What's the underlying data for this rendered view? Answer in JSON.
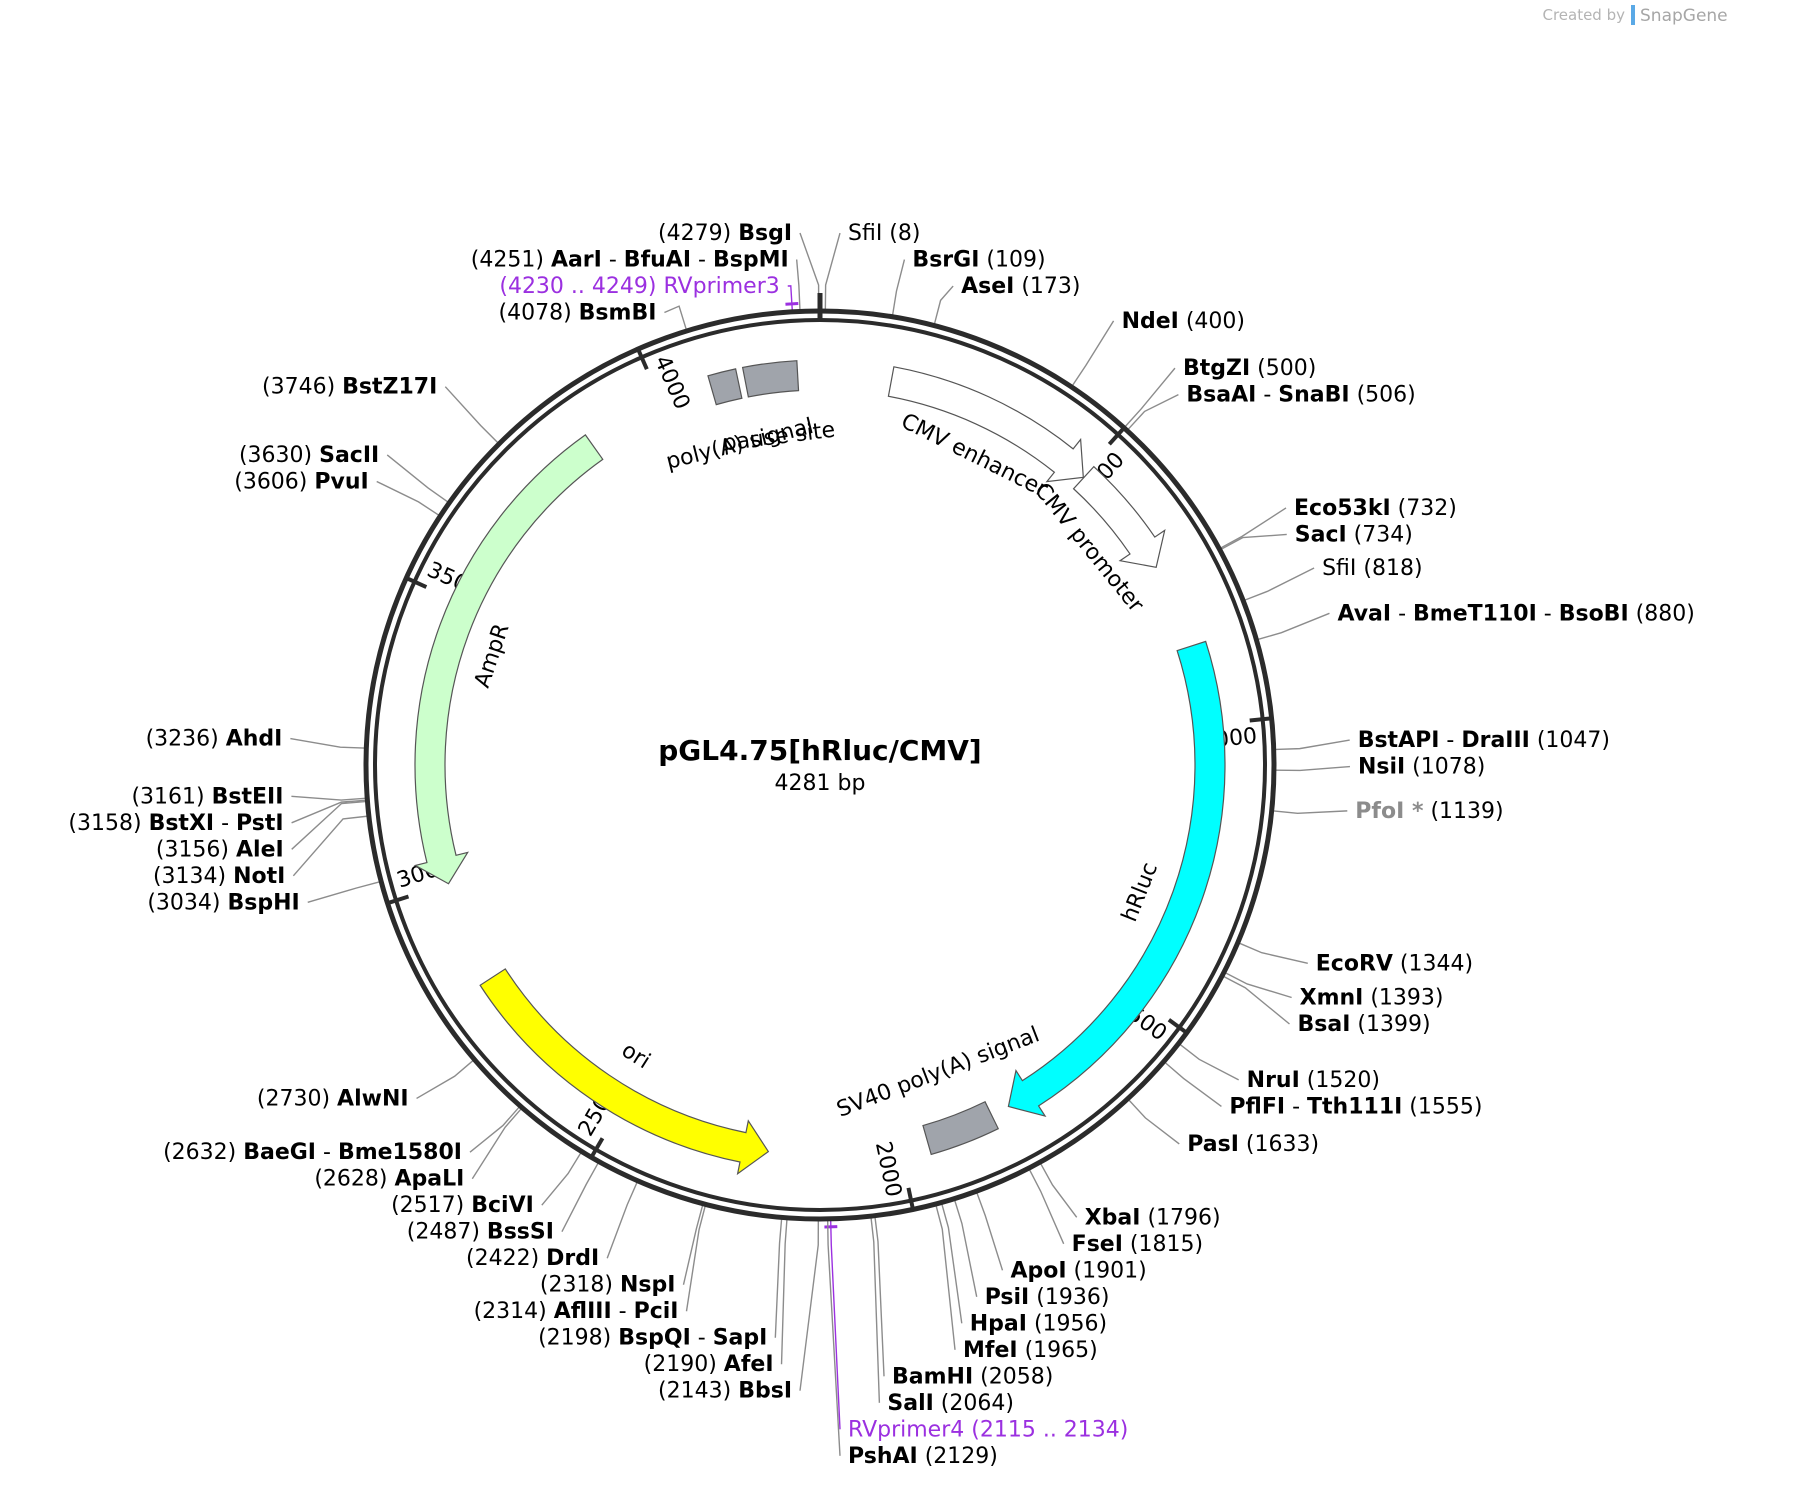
{
  "plasmid": {
    "name": "pGL4.75[hRluc/CMV]",
    "length_label": "4281 bp",
    "length": 4281
  },
  "branding": {
    "prefix": "Created by",
    "name": "SnapGene"
  },
  "ring_ticks": [
    "500",
    "1000",
    "1500",
    "2000",
    "2500",
    "3000",
    "3500",
    "4000"
  ],
  "features": [
    {
      "id": "cmv-enhancer",
      "label": "CMV enhancer",
      "kind": "arrow",
      "color": "#ffffff",
      "start": 125,
      "end": 505
    },
    {
      "id": "cmv-promoter",
      "label": "CMV promoter",
      "kind": "arrow",
      "color": "#ffffff",
      "start": 506,
      "end": 708
    },
    {
      "id": "hrluc",
      "label": "hRluc",
      "kind": "arrow",
      "color": "#00ffff",
      "start": 859,
      "end": 1797
    },
    {
      "id": "sv40-polya",
      "label": "SV40 poly(A) signal",
      "kind": "box",
      "color": "#a0a4ab",
      "start": 1830,
      "end": 1951
    },
    {
      "id": "ori",
      "label": "ori",
      "kind": "arrow-ccw",
      "color": "#ffff00",
      "start": 2231,
      "end": 2819
    },
    {
      "id": "ampr",
      "label": "AmpR",
      "kind": "arrow-ccw",
      "color": "#ccffcc",
      "start": 3000,
      "end": 3860
    },
    {
      "id": "polya-signal",
      "label": "poly(A) signal",
      "kind": "box",
      "color": "#a0a4ab",
      "start": 4090,
      "end": 4138
    },
    {
      "id": "pause-site",
      "label": "pause site",
      "kind": "box",
      "color": "#a0a4ab",
      "start": 4150,
      "end": 4242
    }
  ],
  "sites": [
    {
      "enzymes": [
        "SfiI"
      ],
      "pos": "(8)",
      "bp": 8,
      "side": "right",
      "weight": "normal"
    },
    {
      "enzymes": [
        "BsrGI"
      ],
      "pos": "(109)",
      "bp": 109,
      "side": "right"
    },
    {
      "enzymes": [
        "AseI"
      ],
      "pos": "(173)",
      "bp": 173,
      "side": "right"
    },
    {
      "enzymes": [
        "NdeI"
      ],
      "pos": "(400)",
      "bp": 400,
      "side": "right"
    },
    {
      "enzymes": [
        "BtgZI"
      ],
      "pos": "(500)",
      "bp": 500,
      "side": "right"
    },
    {
      "enzymes": [
        "BsaAI",
        "SnaBI"
      ],
      "pos": "(506)",
      "bp": 506,
      "side": "right"
    },
    {
      "enzymes": [
        "Eco53kI"
      ],
      "pos": "(732)",
      "bp": 732,
      "side": "right"
    },
    {
      "enzymes": [
        "SacI"
      ],
      "pos": "(734)",
      "bp": 734,
      "side": "right"
    },
    {
      "enzymes": [
        "SfiI"
      ],
      "pos": "(818)",
      "bp": 818,
      "side": "right",
      "weight": "normal"
    },
    {
      "enzymes": [
        "AvaI",
        "BmeT110I",
        "BsoBI"
      ],
      "pos": "(880)",
      "bp": 880,
      "side": "right"
    },
    {
      "enzymes": [
        "BstAPI",
        "DraIII"
      ],
      "pos": "(1047)",
      "bp": 1047,
      "side": "right"
    },
    {
      "enzymes": [
        "NsiI"
      ],
      "pos": "(1078)",
      "bp": 1078,
      "side": "right"
    },
    {
      "enzymes": [
        "PfoI *"
      ],
      "pos": "(1139)",
      "bp": 1139,
      "side": "right",
      "weight": "gray"
    },
    {
      "enzymes": [
        "EcoRV"
      ],
      "pos": "(1344)",
      "bp": 1344,
      "side": "right"
    },
    {
      "enzymes": [
        "XmnI"
      ],
      "pos": "(1393)",
      "bp": 1393,
      "side": "right"
    },
    {
      "enzymes": [
        "BsaI"
      ],
      "pos": "(1399)",
      "bp": 1399,
      "side": "right"
    },
    {
      "enzymes": [
        "NruI"
      ],
      "pos": "(1520)",
      "bp": 1520,
      "side": "right"
    },
    {
      "enzymes": [
        "PflFI",
        "Tth111I"
      ],
      "pos": "(1555)",
      "bp": 1555,
      "side": "right"
    },
    {
      "enzymes": [
        "PasI"
      ],
      "pos": "(1633)",
      "bp": 1633,
      "side": "right"
    },
    {
      "enzymes": [
        "XbaI"
      ],
      "pos": "(1796)",
      "bp": 1796,
      "side": "right"
    },
    {
      "enzymes": [
        "FseI"
      ],
      "pos": "(1815)",
      "bp": 1815,
      "side": "right"
    },
    {
      "enzymes": [
        "ApoI"
      ],
      "pos": "(1901)",
      "bp": 1901,
      "side": "right"
    },
    {
      "enzymes": [
        "PsiI"
      ],
      "pos": "(1936)",
      "bp": 1936,
      "side": "right"
    },
    {
      "enzymes": [
        "HpaI"
      ],
      "pos": "(1956)",
      "bp": 1956,
      "side": "right"
    },
    {
      "enzymes": [
        "MfeI"
      ],
      "pos": "(1965)",
      "bp": 1965,
      "side": "right"
    },
    {
      "enzymes": [
        "BamHI"
      ],
      "pos": "(2058)",
      "bp": 2058,
      "side": "right"
    },
    {
      "enzymes": [
        "SalI"
      ],
      "pos": "(2064)",
      "bp": 2064,
      "side": "right"
    },
    {
      "enzymes": [
        "PshAI"
      ],
      "pos": "(2129)",
      "bp": 2129,
      "side": "right"
    },
    {
      "enzymes": [
        "BbsI"
      ],
      "pos": "(2143)",
      "bp": 2143,
      "side": "left"
    },
    {
      "enzymes": [
        "AfeI"
      ],
      "pos": "(2190)",
      "bp": 2190,
      "side": "left"
    },
    {
      "enzymes": [
        "BspQI",
        "SapI"
      ],
      "pos": "(2198)",
      "bp": 2198,
      "side": "left"
    },
    {
      "enzymes": [
        "AflIII",
        "PciI"
      ],
      "pos": "(2314)",
      "bp": 2314,
      "side": "left"
    },
    {
      "enzymes": [
        "NspI"
      ],
      "pos": "(2318)",
      "bp": 2318,
      "side": "left"
    },
    {
      "enzymes": [
        "DrdI"
      ],
      "pos": "(2422)",
      "bp": 2422,
      "side": "left"
    },
    {
      "enzymes": [
        "BssSI"
      ],
      "pos": "(2487)",
      "bp": 2487,
      "side": "left"
    },
    {
      "enzymes": [
        "BciVI"
      ],
      "pos": "(2517)",
      "bp": 2517,
      "side": "left"
    },
    {
      "enzymes": [
        "ApaLI"
      ],
      "pos": "(2628)",
      "bp": 2628,
      "side": "left"
    },
    {
      "enzymes": [
        "BaeGI",
        "Bme1580I"
      ],
      "pos": "(2632)",
      "bp": 2632,
      "side": "left"
    },
    {
      "enzymes": [
        "AlwNI"
      ],
      "pos": "(2730)",
      "bp": 2730,
      "side": "left"
    },
    {
      "enzymes": [
        "BspHI"
      ],
      "pos": "(3034)",
      "bp": 3034,
      "side": "left"
    },
    {
      "enzymes": [
        "NotI"
      ],
      "pos": "(3134)",
      "bp": 3134,
      "side": "left"
    },
    {
      "enzymes": [
        "AleI"
      ],
      "pos": "(3156)",
      "bp": 3156,
      "side": "left"
    },
    {
      "enzymes": [
        "BstXI",
        "PstI"
      ],
      "pos": "(3158)",
      "bp": 3158,
      "side": "left"
    },
    {
      "enzymes": [
        "BstEII"
      ],
      "pos": "(3161)",
      "bp": 3161,
      "side": "left"
    },
    {
      "enzymes": [
        "AhdI"
      ],
      "pos": "(3236)",
      "bp": 3236,
      "side": "left"
    },
    {
      "enzymes": [
        "PvuI"
      ],
      "pos": "(3606)",
      "bp": 3606,
      "side": "left"
    },
    {
      "enzymes": [
        "SacII"
      ],
      "pos": "(3630)",
      "bp": 3630,
      "side": "left"
    },
    {
      "enzymes": [
        "BstZ17I"
      ],
      "pos": "(3746)",
      "bp": 3746,
      "side": "left"
    },
    {
      "enzymes": [
        "BsmBI"
      ],
      "pos": "(4078)",
      "bp": 4078,
      "side": "left"
    },
    {
      "enzymes": [
        "AarI",
        "BfuAI",
        "BspMI"
      ],
      "pos": "(4251)",
      "bp": 4251,
      "side": "left"
    },
    {
      "enzymes": [
        "BsgI"
      ],
      "pos": "(4279)",
      "bp": 4279,
      "side": "left"
    }
  ],
  "primers": [
    {
      "name": "RVprimer3",
      "range": "(4230 .. 4249)",
      "start": 4230,
      "end": 4249,
      "side": "left"
    },
    {
      "name": "RVprimer4",
      "range": "(2115 .. 2134)",
      "start": 2115,
      "end": 2134,
      "side": "right"
    }
  ]
}
